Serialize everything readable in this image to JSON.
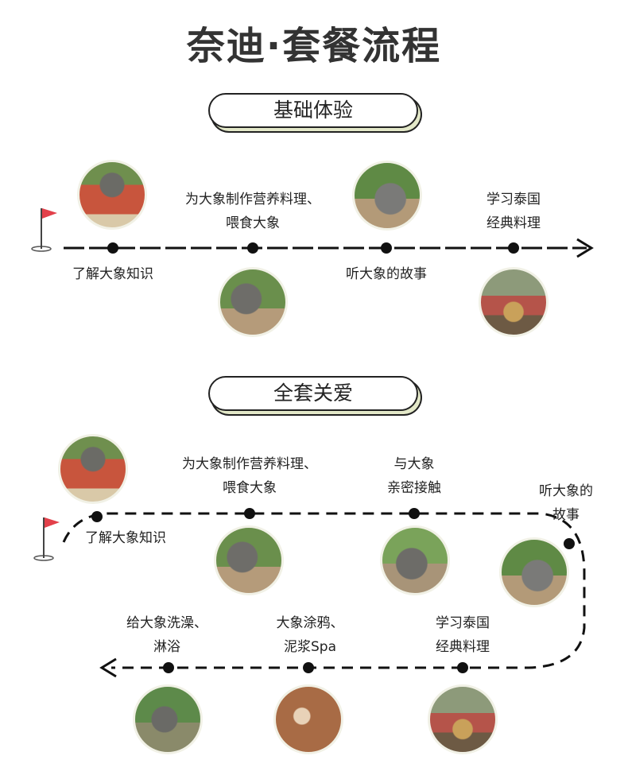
{
  "title": "奈迪·套餐流程",
  "sections": [
    {
      "name": "基础体验",
      "steps": [
        {
          "lines": [
            "了解大象知识"
          ]
        },
        {
          "lines": [
            "为大象制作营养料理、",
            "喂食大象"
          ]
        },
        {
          "lines": [
            "听大象的故事"
          ]
        },
        {
          "lines": [
            "学习泰国",
            "经典料理"
          ]
        }
      ]
    },
    {
      "name": "全套关爱",
      "steps": [
        {
          "lines": [
            "了解大象知识"
          ]
        },
        {
          "lines": [
            "为大象制作营养料理、",
            "喂食大象"
          ]
        },
        {
          "lines": [
            "与大象",
            "亲密接触"
          ]
        },
        {
          "lines": [
            "听大象的",
            "故事"
          ]
        },
        {
          "lines": [
            "学习泰国",
            "经典料理"
          ]
        },
        {
          "lines": [
            "大象涂鸦、",
            "泥浆Spa"
          ]
        },
        {
          "lines": [
            "给大象洗澡、",
            "淋浴"
          ]
        }
      ]
    }
  ],
  "colors": {
    "flag": "#e2404a",
    "line": "#111111",
    "pill_shadow": "#e3e8c8"
  }
}
